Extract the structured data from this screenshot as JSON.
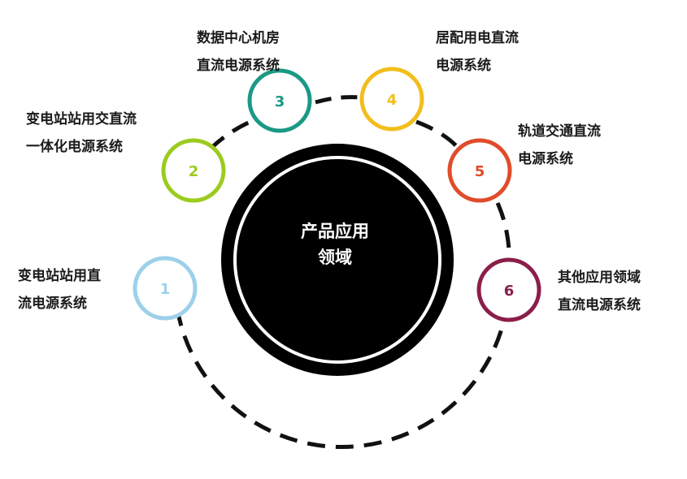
{
  "center": {
    "line1": "产品应用",
    "line2": "领域"
  },
  "nodes": [
    {
      "number": "1",
      "color": "#9dd0ea",
      "line1": "变电站站用直",
      "line2": "流电源系统"
    },
    {
      "number": "2",
      "color": "#9ccb1e",
      "line1": "变电站站用交直流",
      "line2": "一体化电源系统"
    },
    {
      "number": "3",
      "color": "#1a9985",
      "line1": "数据中心机房",
      "line2": "直流电源系统"
    },
    {
      "number": "4",
      "color": "#f2be1d",
      "line1": "居配用电直流",
      "line2": "电源系统"
    },
    {
      "number": "5",
      "color": "#e04c2a",
      "line1": "轨道交通直流",
      "line2": "电源系统"
    },
    {
      "number": "6",
      "color": "#8b1e4a",
      "line1": "其他应用领域",
      "line2": "直流电源系统"
    }
  ]
}
